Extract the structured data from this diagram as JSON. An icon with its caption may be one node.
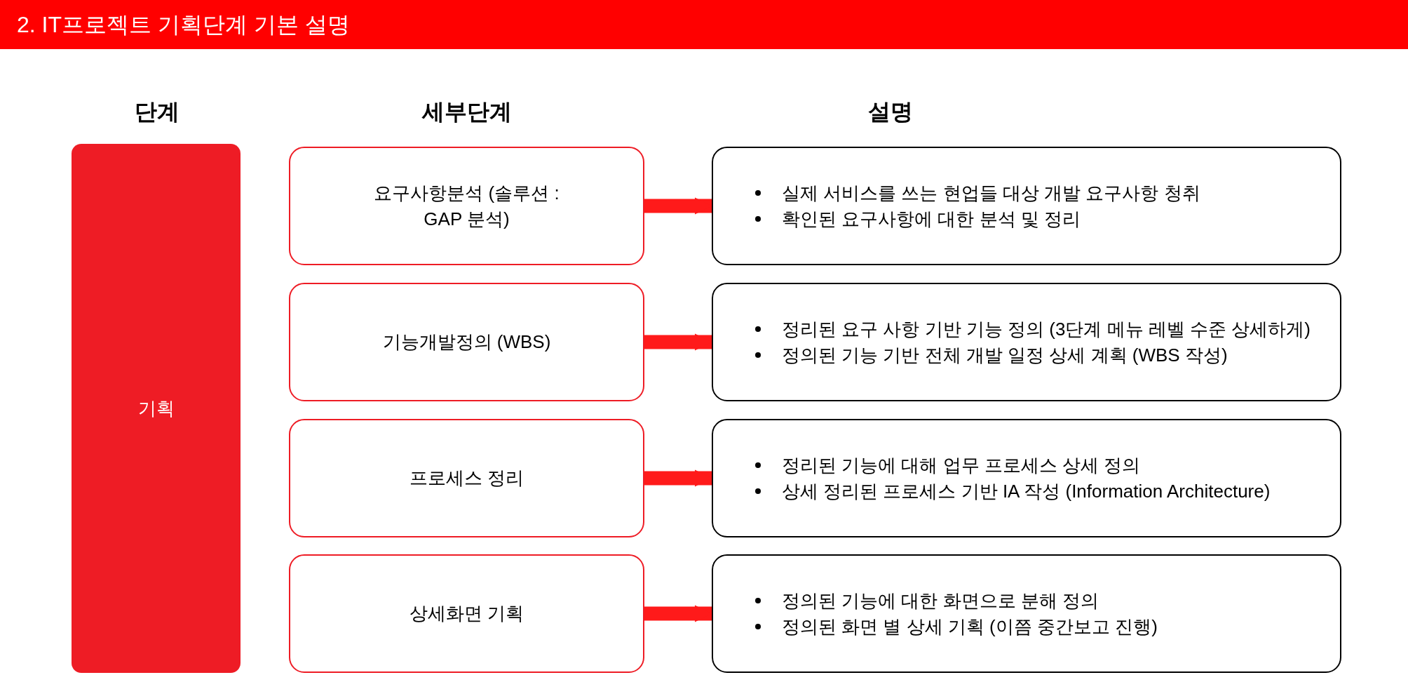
{
  "diagram": {
    "title": "2. IT프로젝트 기획단계 기본 설명",
    "nodes": [
      {
        "text": [
          "기획"
        ]
      },
      {
        "text": [
          "요구사항분석 (솔루션 : GAP 분석)"
        ]
      },
      {
        "text": [
          "기능개발정의 (WBS)"
        ]
      },
      {
        "text": [
          "프로세스 정리"
        ]
      },
      {
        "text": [
          "상세화면 기획"
        ]
      },
      {
        "text": [
          "실제 서비스를 쓰는 현업들 대상 개발 요구사항 청취",
          "확인된 요구사항에 대한 분석 및 정리"
        ]
      },
      {
        "text": [
          "정리된 요구 사항 기반 기능 정의 (3단계 메뉴 레벨 수준 상세하게)",
          "정의된 기능 기반 전체 개발 일정 상세 계획 (WBS 작성)"
        ]
      },
      {
        "text": [
          "정리된 기능에 대해 업무 프로세스 상세 정의",
          "상세 정리된 프로세스 기반 IA 작성 (Information Architecture)"
        ]
      },
      {
        "text": [
          "정의된 기능에 대한 화면으로 분해 정의",
          "정의된 화면 별 상세 기획 (이쯤 중간보고 진행)"
        ]
      }
    ],
    "edges": [
      {
        "from": 1,
        "to": 5,
        "arrow": "to"
      },
      {
        "from": 2,
        "to": 6,
        "arrow": "to"
      },
      {
        "from": 3,
        "to": 7,
        "arrow": "to"
      },
      {
        "from": 4,
        "to": 8,
        "arrow": "to"
      }
    ],
    "labels": [
      "단계",
      "세부단계",
      "설명"
    ]
  }
}
